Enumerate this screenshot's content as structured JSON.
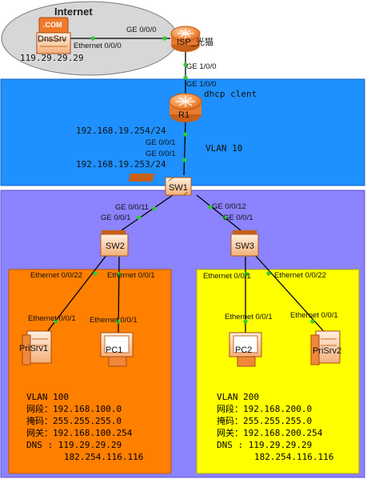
{
  "internet": {
    "title": "Internet",
    "dns_server": {
      "icon_text": ".COM",
      "name": "DnsSrv",
      "port": "Ethernet 0/0/0",
      "ip": "119.29.29.29"
    },
    "isp": {
      "name": "ISP_光猫",
      "port_to_dns": "GE 0/0/0",
      "port_down": "GE 1/0/0"
    }
  },
  "core": {
    "r1": {
      "name": "R1",
      "port_up": "GE 1/0/0",
      "port_down": "GE 0/0/1",
      "ip_up": "192.168.19.254/24",
      "note": "dhcp clent"
    },
    "vlan_label": "VLAN 10",
    "sw1_link": {
      "port_up": "GE 0/0/1",
      "ip": "192.168.19.253/24"
    }
  },
  "access": {
    "sw1": {
      "name": "SW1",
      "port_left": "GE 0/0/11",
      "port_right": "GE 0/0/12"
    },
    "sw2": {
      "name": "SW2",
      "port_up": "GE 0/0/1",
      "port_left": "Ethernet 0/0/22",
      "port_right": "Ethernet 0/0/1"
    },
    "sw3": {
      "name": "SW3",
      "port_up": "GE 0/0/1",
      "port_left": "Ethernet 0/0/1",
      "port_right": "Ethernet 0/0/22"
    }
  },
  "vlan100": {
    "prisrv1": {
      "name": "PriSrv1",
      "port": "Ethernet 0/0/1"
    },
    "pc1": {
      "name": "PC1",
      "port": "Ethernet 0/0/1"
    },
    "info": {
      "title": "VLAN 100",
      "segment_label": "网段：",
      "segment": "192.168.100.0",
      "mask_label": "掩码：",
      "mask": "255.255.255.0",
      "gateway_label": "网关：",
      "gateway": "192.168.100.254",
      "dns_label": "DNS : ",
      "dns1": "119.29.29.29",
      "dns2": "182.254.116.116"
    }
  },
  "vlan200": {
    "pc2": {
      "name": "PC2",
      "port": "Ethernet 0/0/1"
    },
    "prisrv2": {
      "name": "PriSrv2",
      "port": "Ethernet 0/0/1"
    },
    "info": {
      "title": "VLAN 200",
      "segment_label": "网段：",
      "segment": "192.168.200.0",
      "mask_label": "掩码：",
      "mask": "255.255.255.0",
      "gateway_label": "网关：",
      "gateway": "192.168.200.254",
      "dns_label": "DNS : ",
      "dns1": "119.29.29.29",
      "dns2": "182.254.116.116"
    }
  },
  "colors": {
    "internet_cloud": "#d7d7d7",
    "core_zone": "#1e90ff",
    "access_zone": "#8c83ff",
    "vlan100_zone": "#ff7f00",
    "vlan200_zone": "#ffff00",
    "link": "#000000",
    "port_dot": "#33cc33",
    "device": "#f08a3c"
  }
}
